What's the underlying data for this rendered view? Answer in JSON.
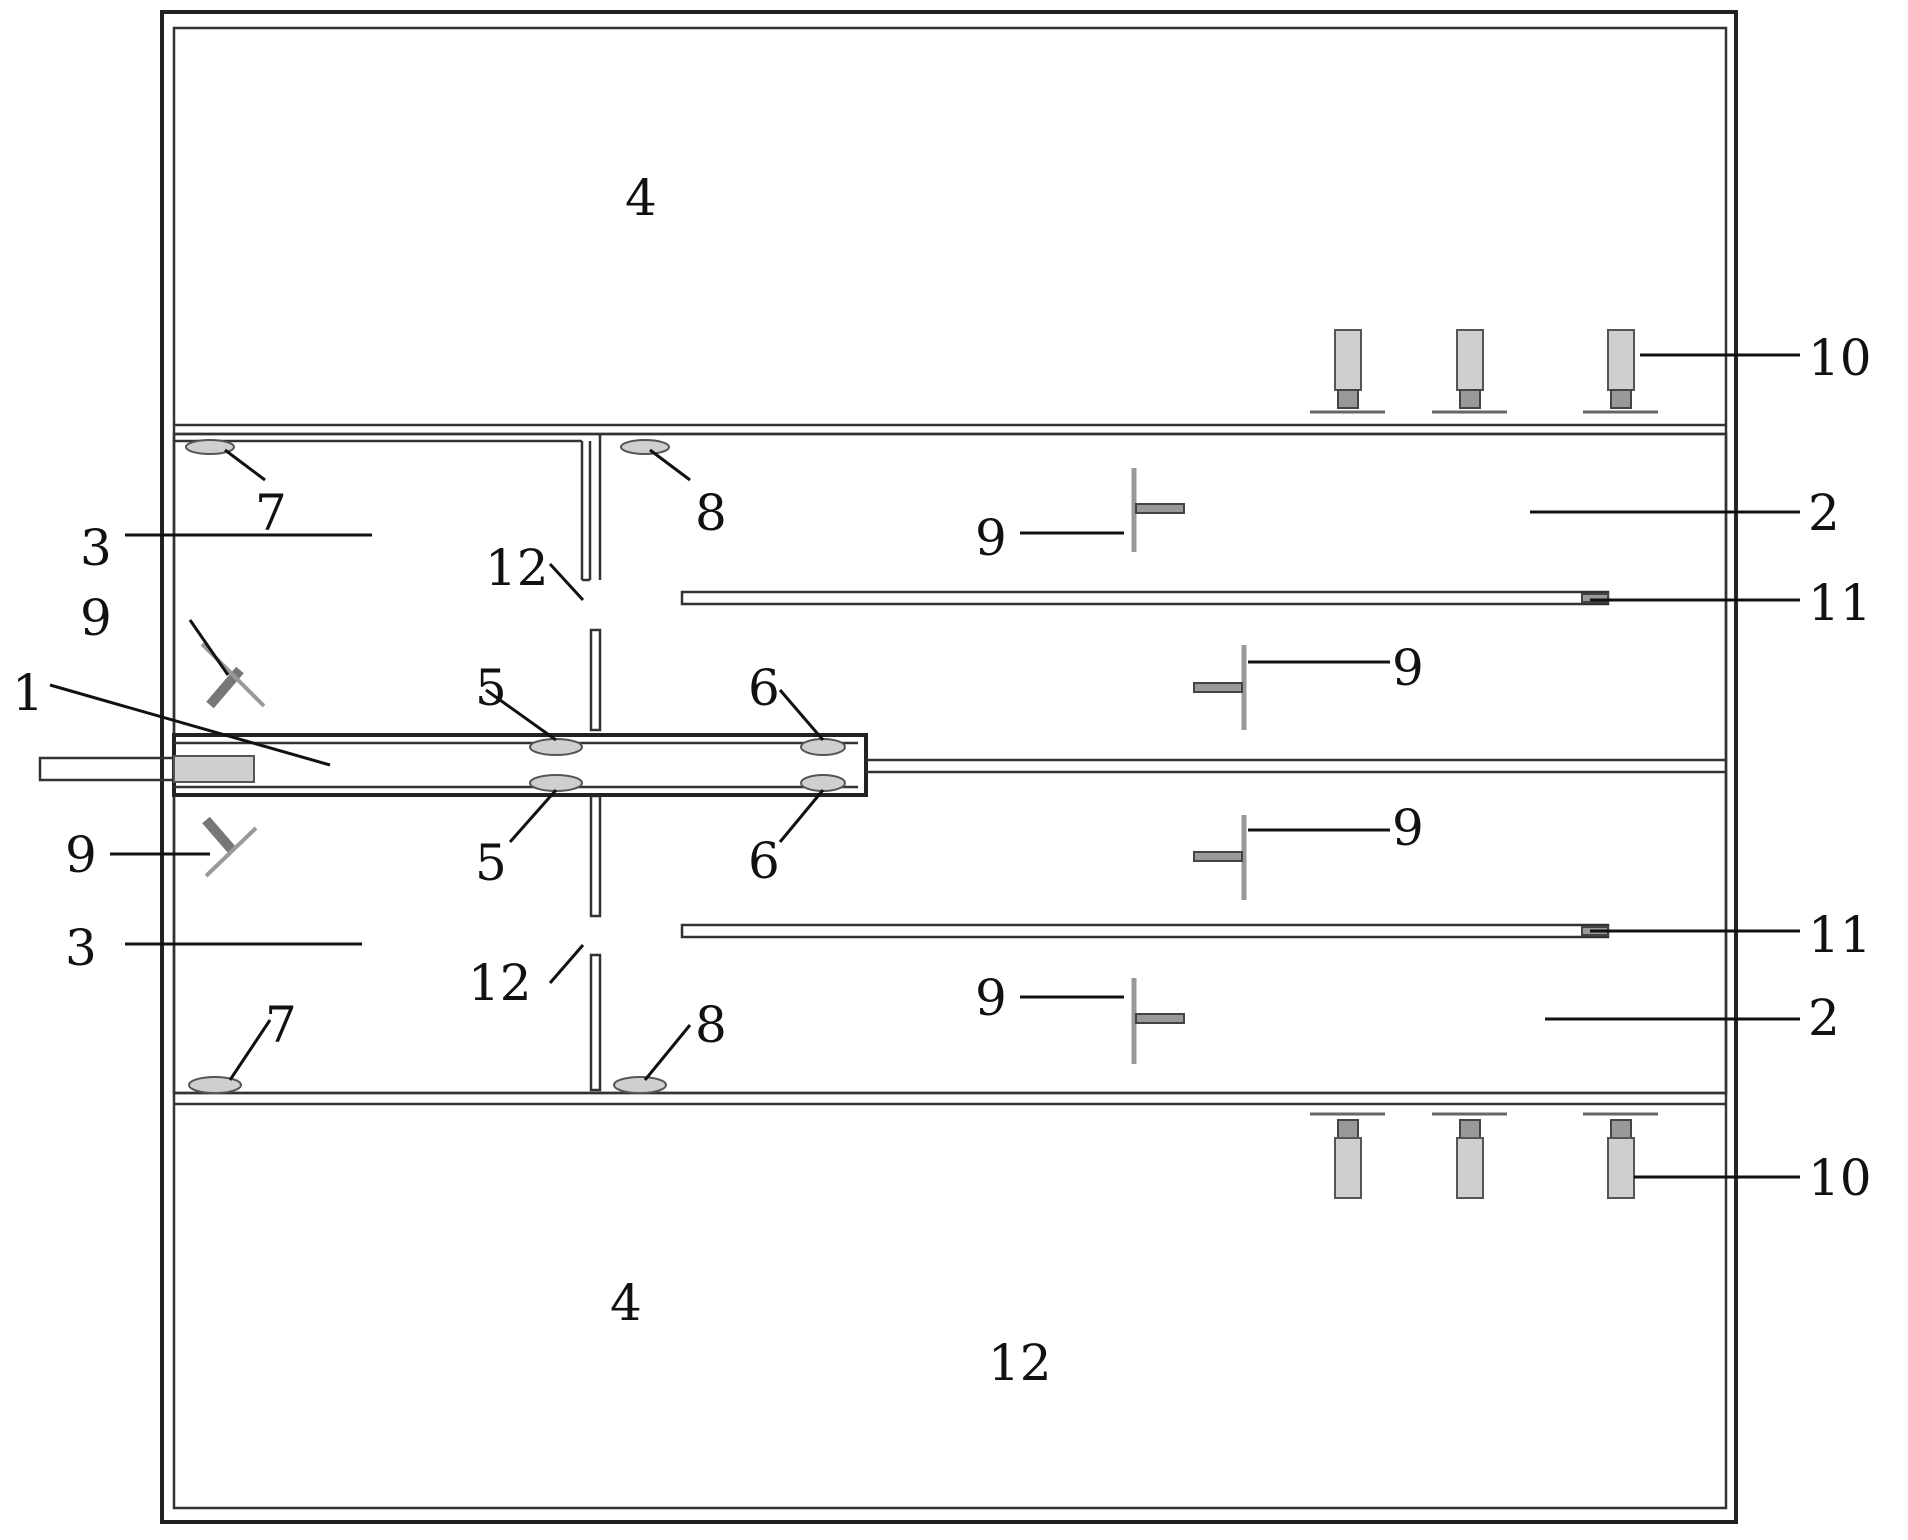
{
  "figure": {
    "labels": {
      "l1": "1",
      "l2_top": "2",
      "l2_bottom": "2",
      "l3_top": "3",
      "l3_bottom": "3",
      "l4_top": "4",
      "l4_bottom": "4",
      "l5_top": "5",
      "l5_bottom": "5",
      "l6_top": "6",
      "l6_bottom": "6",
      "l7_top": "7",
      "l7_bottom": "7",
      "l8_top": "8",
      "l8_bottom": "8",
      "l9_a": "9",
      "l9_b": "9",
      "l9_c": "9",
      "l9_d": "9",
      "l9_e": "9",
      "l9_f": "9",
      "l10_top": "10",
      "l10_bottom": "10",
      "l11_top": "11",
      "l11_bottom": "11",
      "l12_top": "12",
      "l12_bottom": "12",
      "l12_chamber": "12"
    }
  }
}
